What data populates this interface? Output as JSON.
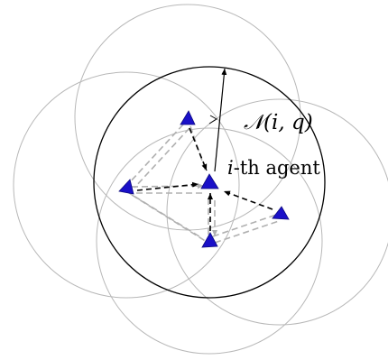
{
  "diagram": {
    "neighborhood_label": "𝒩(i, q)",
    "agent_label_var": "i",
    "agent_label_rest": "-th agent"
  },
  "colors": {
    "agent_fill": "#1a10c8",
    "agent_stroke": "#0d0a80",
    "sensing_circle": "#b8b8b8",
    "main_circle": "#000000",
    "arrow": "#000000",
    "gray_link": "#b0b0b0"
  }
}
